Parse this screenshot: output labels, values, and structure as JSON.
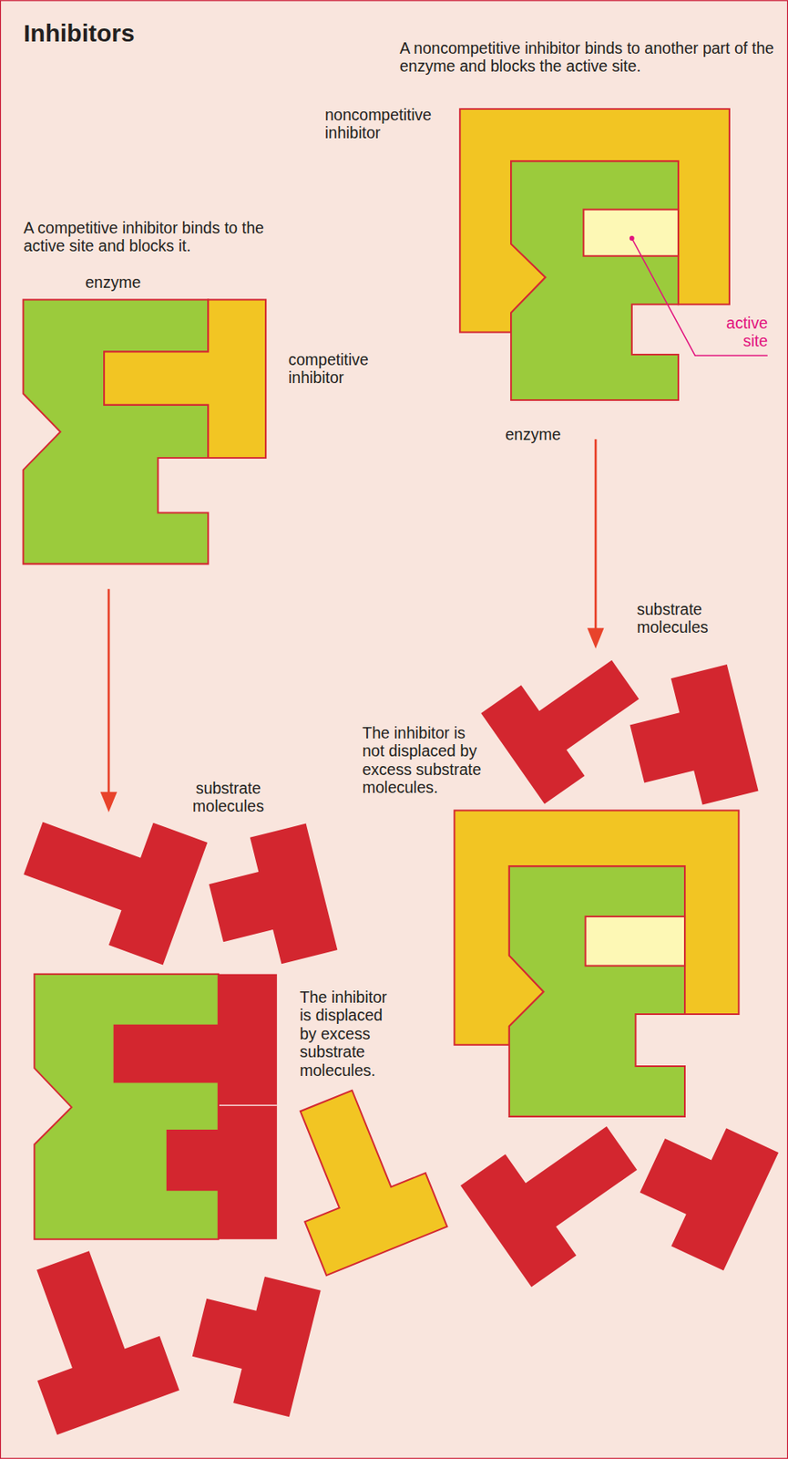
{
  "diagram": {
    "title": "Inhibitors",
    "labels": [
      "A noncompetitive inhibitor binds to another part of the enzyme and blocks the active site.",
      "noncompetitive inhibitor",
      "A competitive inhibitor binds to the active site and blocks it.",
      "enzyme",
      "competitive inhibitor",
      "active site",
      "enzyme",
      "substrate molecules",
      "The inhibitor is not displaced by excess substrate molecules.",
      "substrate molecules",
      "The inhibitor is displaced by excess substrate molecules."
    ]
  }
}
